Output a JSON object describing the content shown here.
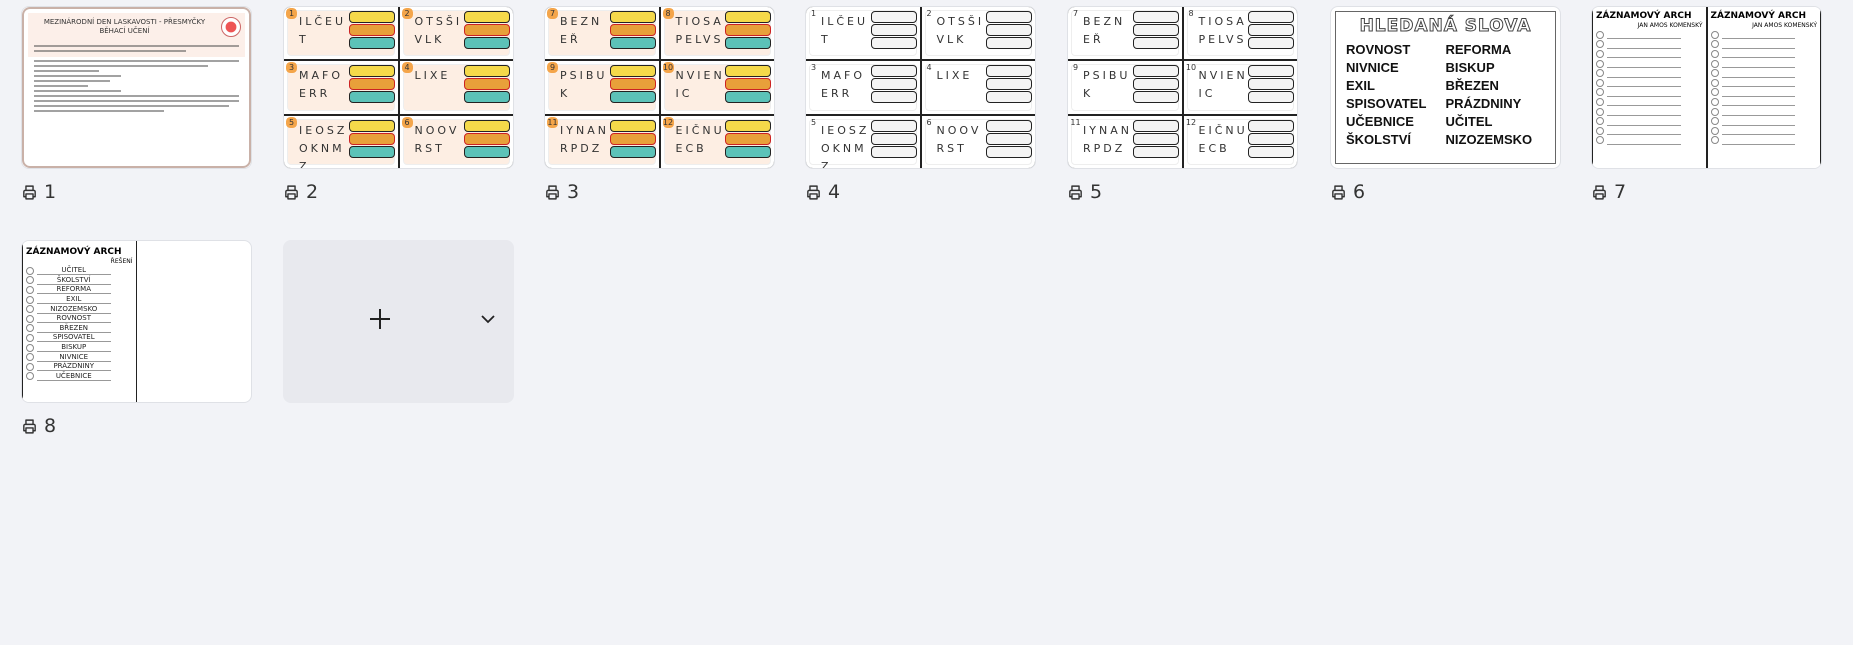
{
  "pages": [
    {
      "number": "1",
      "title": "MEZINÁRODNÍ DEN LASKAVOSTI - PŘESMYČKY",
      "subtitle": "BĚHACÍ UČENÍ"
    },
    {
      "number": "2",
      "cells": [
        {
          "n": "1",
          "letters": "ILČEUT"
        },
        {
          "n": "2",
          "letters": "OTSŠIVLK"
        },
        {
          "n": "3",
          "letters": "MAFOERR"
        },
        {
          "n": "4",
          "letters": "LIXE"
        },
        {
          "n": "5",
          "letters": "IEOSZOKNMZ"
        },
        {
          "n": "6",
          "letters": "NOOVRST"
        }
      ]
    },
    {
      "number": "3",
      "cells": [
        {
          "n": "7",
          "letters": "BEZNEŘ"
        },
        {
          "n": "8",
          "letters": "TIOSAPELVS"
        },
        {
          "n": "9",
          "letters": "PSIBUK"
        },
        {
          "n": "10",
          "letters": "NVIENIC"
        },
        {
          "n": "11",
          "letters": "IYNANRPDZ"
        },
        {
          "n": "12",
          "letters": "EIČNUECB"
        }
      ]
    },
    {
      "number": "4",
      "cells": [
        {
          "n": "1",
          "letters": "ILČEUT"
        },
        {
          "n": "2",
          "letters": "OTSŠIVLK"
        },
        {
          "n": "3",
          "letters": "MAFOERR"
        },
        {
          "n": "4",
          "letters": "LIXE"
        },
        {
          "n": "5",
          "letters": "IEOSZOKNMZ"
        },
        {
          "n": "6",
          "letters": "NOOVRST"
        }
      ]
    },
    {
      "number": "5",
      "cells": [
        {
          "n": "7",
          "letters": "BEZNEŘ"
        },
        {
          "n": "8",
          "letters": "TIOSAPELVS"
        },
        {
          "n": "9",
          "letters": "PSIBUK"
        },
        {
          "n": "10",
          "letters": "NVIENIC"
        },
        {
          "n": "11",
          "letters": "IYNANRPDZ"
        },
        {
          "n": "12",
          "letters": "EIČNUECB"
        }
      ]
    },
    {
      "number": "6",
      "title": "HLEDANÁ SLOVA",
      "words": [
        "ROVNOST",
        "REFORMA",
        "NIVNICE",
        "BISKUP",
        "EXIL",
        "BŘEZEN",
        "SPISOVATEL",
        "PRÁZDNINY",
        "UČEBNICE",
        "UČITEL",
        "ŠKOLSTVÍ",
        "NIZOZEMSKO"
      ]
    },
    {
      "number": "7",
      "title": "ZÁZNAMOVÝ ARCH",
      "subtitle": "JAN AMOS KOMENSKÝ"
    },
    {
      "number": "8",
      "title": "ZÁZNAMOVÝ ARCH",
      "subtitle": "ŘEŠENÍ",
      "answers": [
        "UČITEL",
        "ŠKOLSTVÍ",
        "REFORMA",
        "EXIL",
        "NIZOZEMSKO",
        "ROVNOST",
        "BŘEZEN",
        "SPISOVATEL",
        "BISKUP",
        "NIVNICE",
        "PRÁZDNINY",
        "UČEBNICE"
      ]
    }
  ],
  "colors": {
    "background": "#f2f3f7",
    "add_tile": "#e8e9ee"
  }
}
